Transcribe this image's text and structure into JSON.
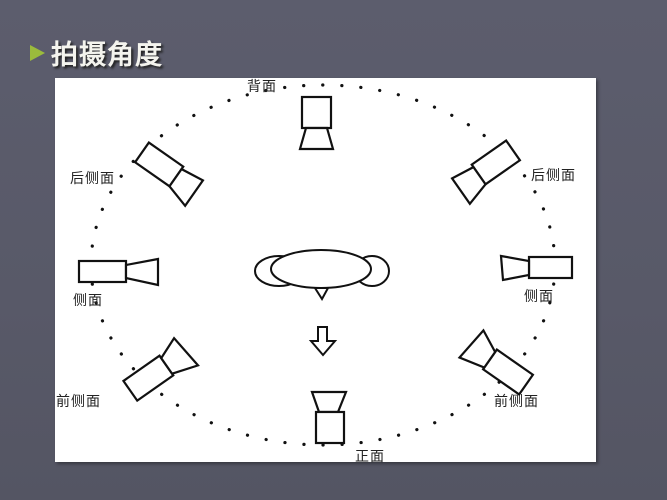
{
  "slide": {
    "title": "拍摄角度",
    "bullet_color": "#9bbb3c",
    "background_color": "#5a5b6b"
  },
  "diagram": {
    "subject": "head-top-view",
    "direction_arrow": "down",
    "positions": [
      {
        "id": "back",
        "label": "背面"
      },
      {
        "id": "back-side-left",
        "label": "后侧面"
      },
      {
        "id": "back-side-right",
        "label": "后侧面"
      },
      {
        "id": "side-left",
        "label": "侧面"
      },
      {
        "id": "side-right",
        "label": "侧面"
      },
      {
        "id": "front-side-left",
        "label": "前侧面"
      },
      {
        "id": "front-side-right",
        "label": "前侧面"
      },
      {
        "id": "front",
        "label": "正面"
      }
    ]
  }
}
